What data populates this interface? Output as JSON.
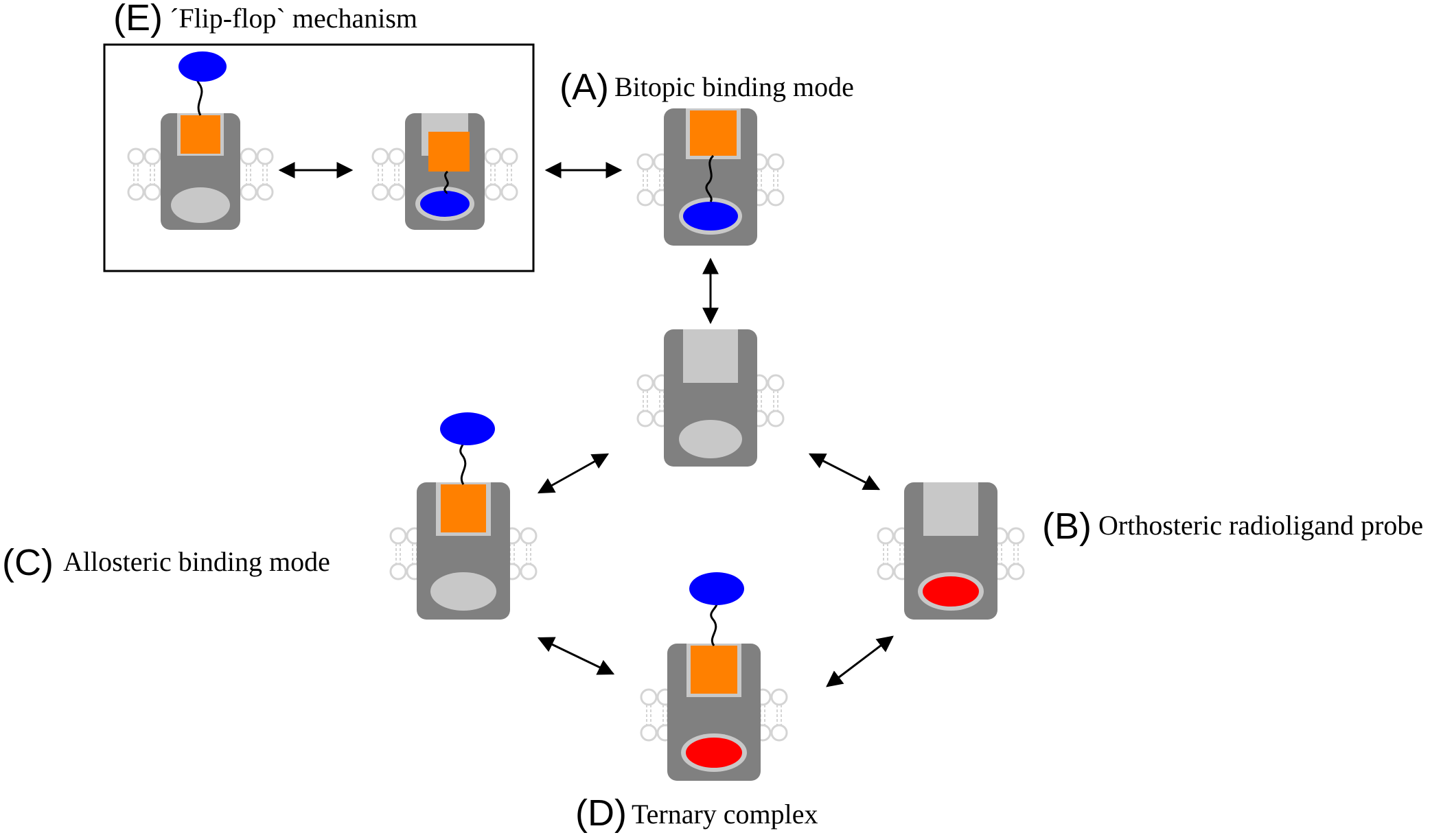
{
  "labels": {
    "e": {
      "letter": "(E)",
      "text": "´Flip-flop` mechanism"
    },
    "a": {
      "letter": "(A)",
      "text": "Bitopic binding mode"
    },
    "b": {
      "letter": "(B)",
      "text": "Orthosteric radioligand probe"
    },
    "c": {
      "letter": "(C)",
      "text": "Allosteric binding mode"
    },
    "d": {
      "letter": "(D)",
      "text": "Ternary complex"
    }
  },
  "colors": {
    "receptor": "#808080",
    "pocket": "#c8c8c8",
    "allosteric_ligand": "#ff8000",
    "bitopic_head": "#0000ff",
    "orthosteric_radioligand": "#ff0000",
    "lipid": "#d4d4d4"
  }
}
